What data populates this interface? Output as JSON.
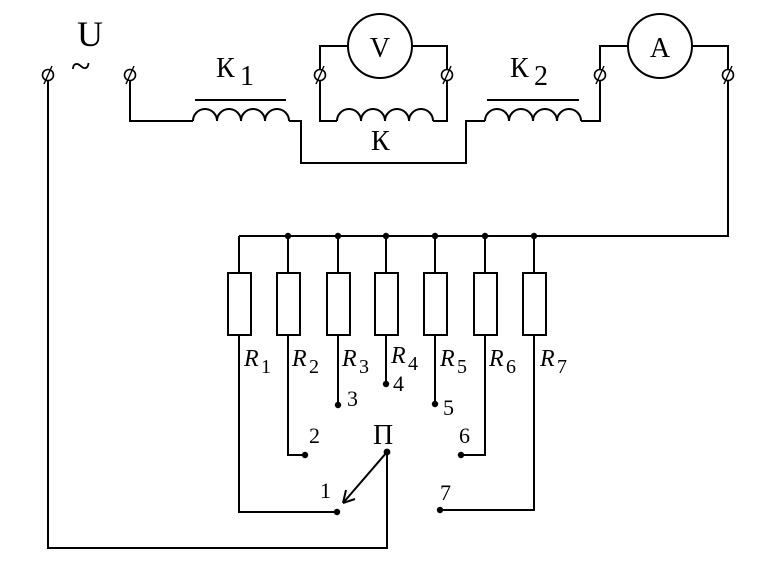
{
  "labels": {
    "source_voltage": "U",
    "ac_symbol": "~",
    "coil_k1_letter": "К",
    "coil_k1_index": "1",
    "coil_k2_letter": "К",
    "coil_k2_index": "2",
    "coil_k": "К",
    "voltmeter": "V",
    "ammeter": "A",
    "switch": "П"
  },
  "resistors": [
    {
      "letter": "R",
      "index": "1"
    },
    {
      "letter": "R",
      "index": "2"
    },
    {
      "letter": "R",
      "index": "3"
    },
    {
      "letter": "R",
      "index": "4"
    },
    {
      "letter": "R",
      "index": "5"
    },
    {
      "letter": "R",
      "index": "6"
    },
    {
      "letter": "R",
      "index": "7"
    }
  ],
  "switch_positions": [
    "1",
    "2",
    "3",
    "4",
    "5",
    "6",
    "7"
  ]
}
